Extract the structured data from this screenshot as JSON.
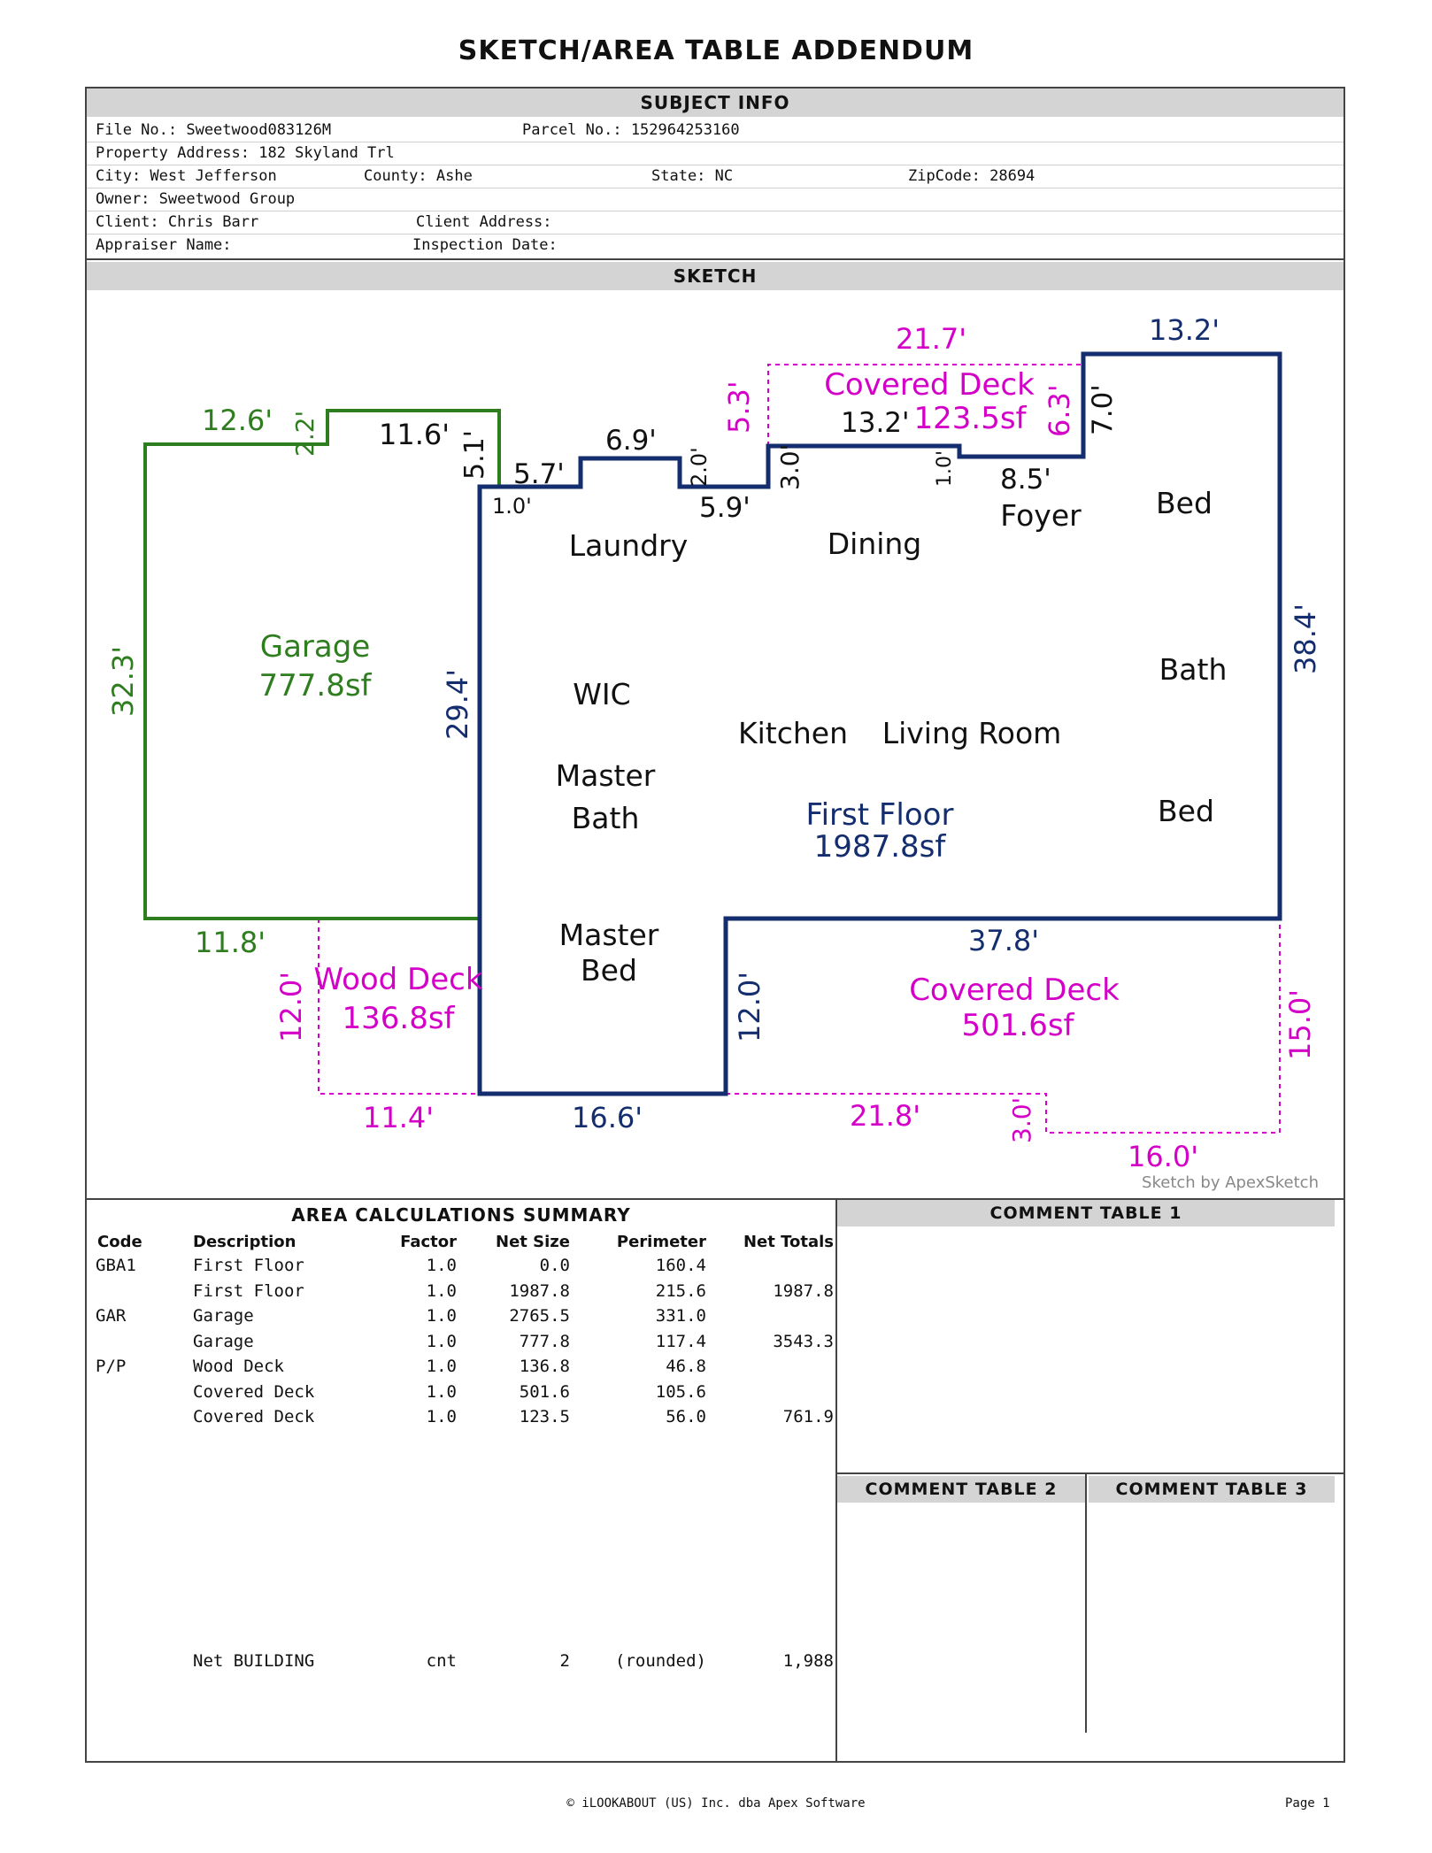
{
  "title": "SKETCH/AREA TABLE ADDENDUM",
  "subject": {
    "header": "SUBJECT INFO",
    "file_no": "File No.: Sweetwood083126M",
    "parcel_no": "Parcel No.: 152964253160",
    "address": "Property Address: 182 Skyland Trl",
    "city": "City: West Jefferson",
    "county": "County: Ashe",
    "state": "State: NC",
    "zip": "ZipCode: 28694",
    "owner": "Owner: Sweetwood Group",
    "client": "Client: Chris Barr",
    "client_address": "Client Address:",
    "appraiser": "Appraiser Name:",
    "inspection": "Inspection Date:"
  },
  "sketch": {
    "header": "SKETCH",
    "credit": "Sketch by ApexSketch",
    "colors": {
      "garage": "#2e7d1f",
      "floor": "#142d6e",
      "deck": "#d400c8",
      "covered_top": "#5a2a8c"
    },
    "areas": {
      "garage_name": "Garage",
      "garage_size": "777.8sf",
      "first_name": "First Floor",
      "first_size": "1987.8sf",
      "cdeck_top_name": "Covered Deck",
      "cdeck_top_size": "123.5sf",
      "wood_name": "Wood Deck",
      "wood_size": "136.8sf",
      "cdeck_bot_name": "Covered Deck",
      "cdeck_bot_size": "501.6sf"
    },
    "rooms": [
      "Laundry",
      "Dining",
      "Foyer",
      "Bed",
      "WIC",
      "Bath",
      "Kitchen",
      "Living Room",
      "Master",
      "Bath",
      "Bed",
      "Master",
      "Bed"
    ],
    "dims_garage": [
      "12.6'",
      "2.2'",
      "11.6'",
      "5.1'",
      "32.3'",
      "11.8'"
    ],
    "dims_floor": [
      "5.7'",
      "1.0'",
      "6.9'",
      "2.0'",
      "5.9'",
      "3.0'",
      "13.2'",
      "1.0'",
      "8.5'",
      "7.0'",
      "13.2'",
      "38.4'",
      "37.8'",
      "12.0'",
      "16.6'",
      "29.4'"
    ],
    "dims_deck": [
      "21.7'",
      "5.3'",
      "6.3'",
      "12.0'",
      "11.4'",
      "21.8'",
      "3.0'",
      "16.0'",
      "15.0'"
    ]
  },
  "area_calc": {
    "header": "AREA CALCULATIONS SUMMARY",
    "columns": [
      "Code",
      "Description",
      "Factor",
      "Net Size",
      "Perimeter",
      "Net Totals"
    ],
    "rows": [
      [
        "GBA1",
        "First Floor",
        "1.0",
        "0.0",
        "160.4",
        ""
      ],
      [
        "",
        "First Floor",
        "1.0",
        "1987.8",
        "215.6",
        "1987.8"
      ],
      [
        "GAR",
        "Garage",
        "1.0",
        "2765.5",
        "331.0",
        ""
      ],
      [
        "",
        "Garage",
        "1.0",
        "777.8",
        "117.4",
        "3543.3"
      ],
      [
        "P/P",
        "Wood Deck",
        "1.0",
        "136.8",
        "46.8",
        ""
      ],
      [
        "",
        "Covered Deck",
        "1.0",
        "501.6",
        "105.6",
        ""
      ],
      [
        "",
        "Covered Deck",
        "1.0",
        "123.5",
        "56.0",
        "761.9"
      ]
    ],
    "net_building": [
      "Net BUILDING",
      "cnt",
      "2",
      "(rounded)",
      "1,988"
    ]
  },
  "comments": {
    "t1": "COMMENT TABLE 1",
    "t2": "COMMENT TABLE 2",
    "t3": "COMMENT TABLE 3"
  },
  "footer": {
    "copyright": "© iLOOKABOUT (US) Inc. dba Apex Software",
    "page": "Page 1"
  }
}
